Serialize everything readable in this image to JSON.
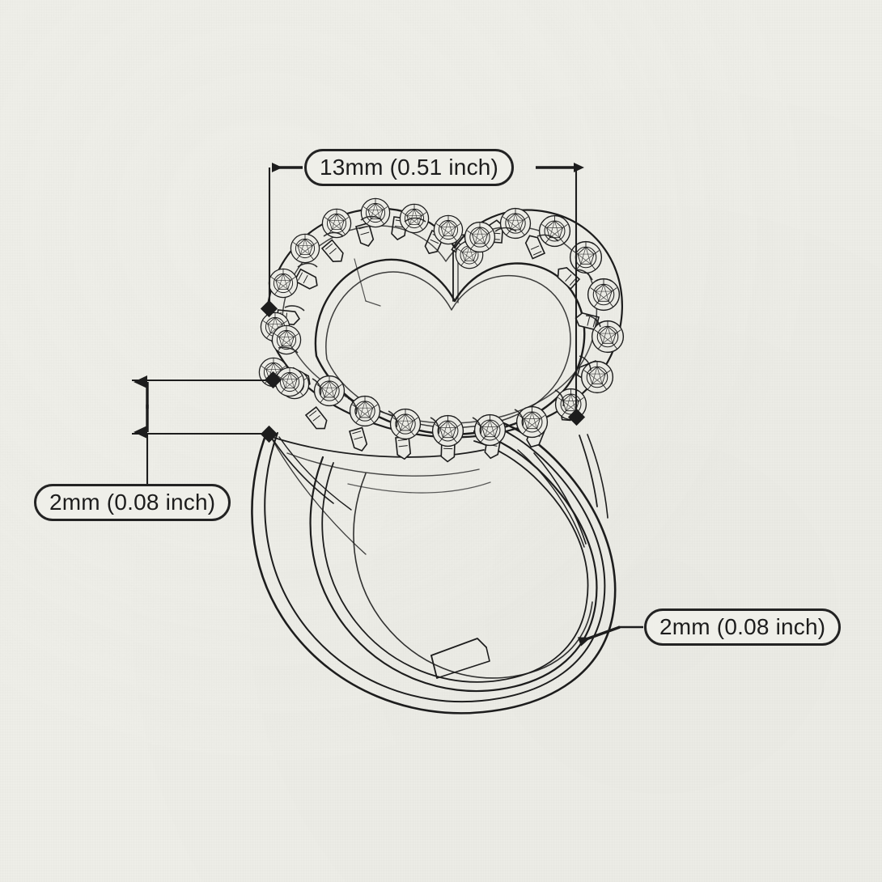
{
  "drawing": {
    "title": "Heart shaped pave diamond ring technical drawing",
    "background_color": "#efefe9",
    "line_color": "#1d1d1d",
    "object": "heart-silhouette-ring-with-pave-set-round-diamonds"
  },
  "dimensions": {
    "width": {
      "label": "13mm (0.51 inch)",
      "name": "overall-heart-width",
      "mm": 13,
      "inch": 0.51,
      "arrow_style": "double-ended-horizontal"
    },
    "height": {
      "label": "2mm (0.08 inch)",
      "name": "heart-profile-height",
      "mm": 2,
      "inch": 0.08,
      "arrow_style": "double-ended-vertical"
    },
    "band": {
      "label": "2mm (0.08 inch)",
      "name": "band-thickness",
      "mm": 2,
      "inch": 0.08,
      "arrow_style": "single-leader-arrow"
    }
  }
}
